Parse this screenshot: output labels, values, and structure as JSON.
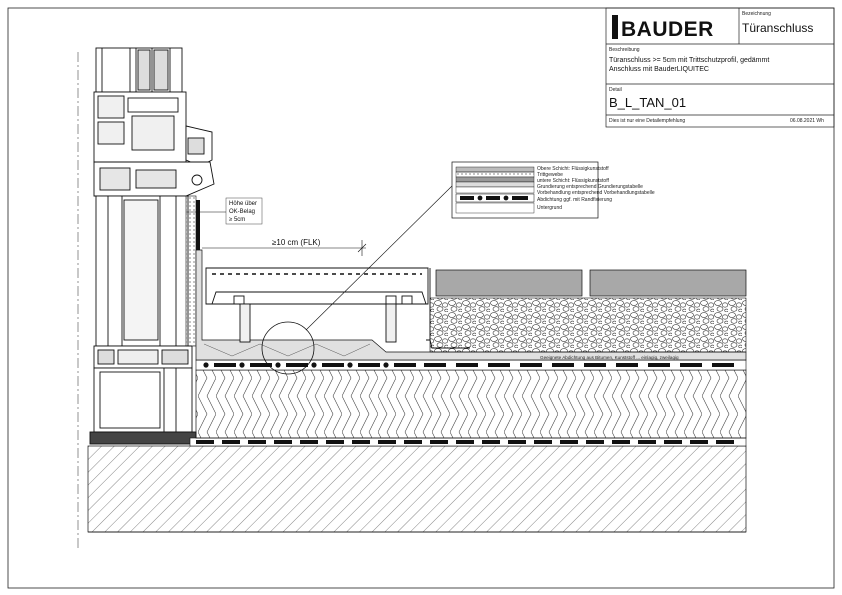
{
  "title_block": {
    "logo_text": "BAUDER",
    "name_caption": "Bezeichnung",
    "title": "Türanschluss",
    "desc_caption": "Beschreibung",
    "desc_line1": "Türanschluss >= 5cm mit Trittschutzprofil, gedämmt",
    "desc_line2": "Anschluss mit BauderLIQUITEC",
    "detail_caption": "Detail",
    "detail_id": "B_L_TAN_01",
    "note": "Dies ist nur eine Detailempfehlung",
    "date": "06.08.2021 Wh"
  },
  "annotations": {
    "height_note_1": "Höhe über",
    "height_note_2": "OK-Belag",
    "height_note_3": "≥ 5cm",
    "distance": "≥10 cm (FLK)",
    "membrane_note": "Geeignete Abdichtung aus Bitumen, Kunststoff ... einlagig, zweilagig"
  },
  "legend": {
    "items": [
      "Obere Schicht: Flüssigkunststoff",
      "Trittgewebe",
      "untere Schicht: Flüssigkunststoff",
      "Grundierung entsprechend Grundierungstabelle",
      "Vorbehandlung entsprechend Vorbehandlungstabelle",
      "Abdichtung ggf. mit Randfixierung",
      "Untergrund"
    ]
  },
  "colors": {
    "line": "#111111",
    "insulation": "#e8e8e8",
    "paver": "#a8a8a8",
    "membrane": "#111111",
    "concrete": "#f4f4f4"
  }
}
